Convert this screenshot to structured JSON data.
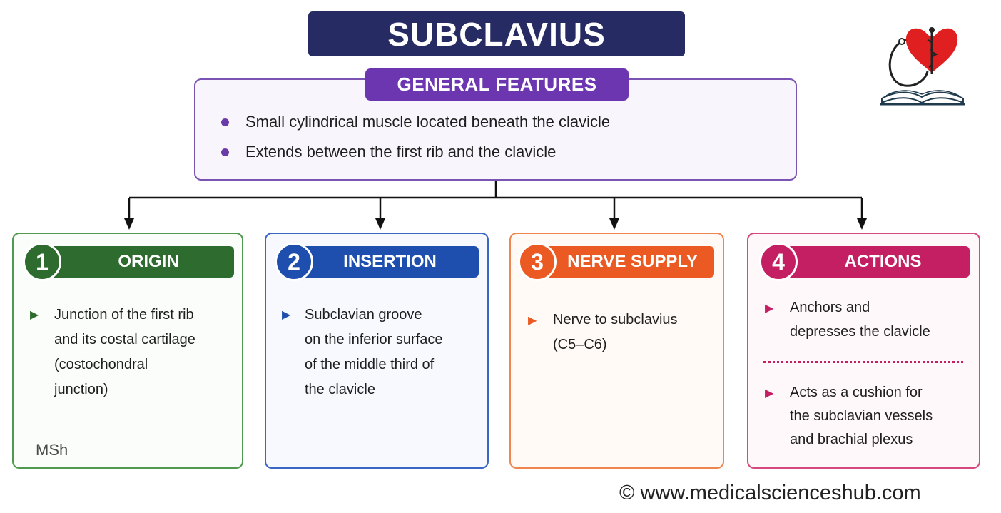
{
  "title": "SUBCLAVIUS",
  "general_features": {
    "label": "GENERAL FEATURES",
    "items": [
      "Small cylindrical muscle located beneath the clavicle",
      "Extends between the first rib and the clavicle"
    ]
  },
  "cards": [
    {
      "number": "1",
      "heading": "ORIGIN",
      "color": "#2e6b2e",
      "lines": [
        "Junction of the first rib",
        "and its costal cartilage",
        "(costochondral",
        "junction)"
      ]
    },
    {
      "number": "2",
      "heading": "INSERTION",
      "color": "#1f4fae",
      "lines": [
        "Subclavian groove",
        "on the inferior surface",
        "of the middle third of",
        "the clavicle"
      ]
    },
    {
      "number": "3",
      "heading": "NERVE SUPPLY",
      "color": "#ea5a22",
      "lines": [
        "Nerve to subclavius",
        "(C5–C6)"
      ]
    },
    {
      "number": "4",
      "heading": "ACTIONS",
      "color": "#c41f63",
      "item1_lines": [
        "Anchors and",
        "depresses the clavicle"
      ],
      "item2_lines": [
        "Acts as a cushion for",
        "the subclavian vessels",
        "and brachial plexus"
      ]
    }
  ],
  "watermark": "MSh",
  "footer": "© www.medicalscienceshub.com",
  "icons": [
    "stethoscope-heart-logo-icon",
    "open-book-icon",
    "bullet-arrow-icon"
  ]
}
